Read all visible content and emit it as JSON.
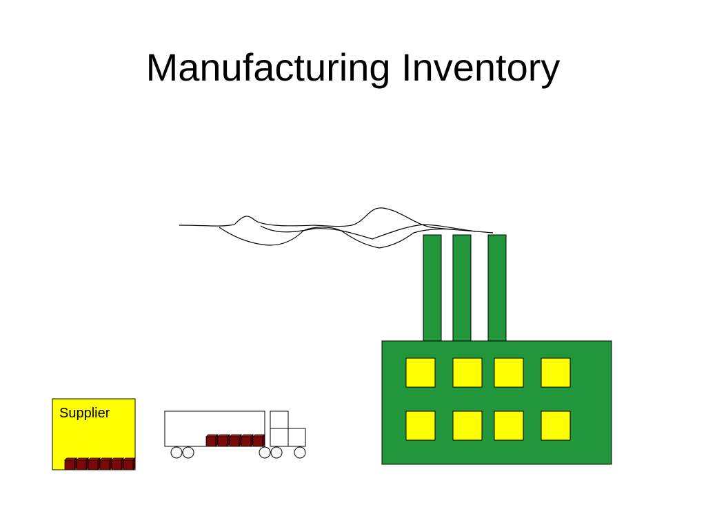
{
  "slide": {
    "title": "Manufacturing Inventory"
  },
  "supplier": {
    "label": "Supplier",
    "color": "#ffff00",
    "inventory_boxes": 6
  },
  "truck": {
    "cargo_boxes": 5
  },
  "factory": {
    "color": "#22963a",
    "window_color": "#ffff00",
    "chimneys": 3,
    "window_rows": 2,
    "windows_per_row": 4
  },
  "colors": {
    "inventory_box": "#7a0a0a"
  }
}
